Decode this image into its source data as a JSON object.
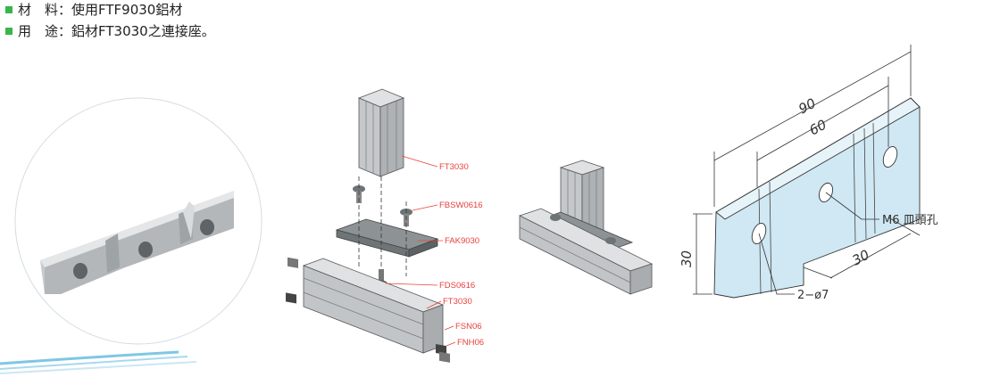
{
  "specs": [
    {
      "label": "材　料：",
      "value": "使用FTF9030鋁材"
    },
    {
      "label": "用　途：",
      "value": "鋁材FT3030之連接座。"
    }
  ],
  "bullet_color": "#39b54a",
  "callout_color": "#e8413c",
  "part_fill_color": "#cfe8f3",
  "exploded_labels": {
    "top_profile": "FT3030",
    "screw": "FBSW0616",
    "connector": "FAK9030",
    "set_screw": "FDS0616",
    "bottom_profile": "FT3030",
    "nut": "FSN06",
    "nut2": "FNH06"
  },
  "dimensions": {
    "overall_length": "90",
    "hole_spacing": "60",
    "height": "30",
    "depth": "30",
    "countersink": "M6 皿頭孔",
    "holes": "2−ø7"
  }
}
